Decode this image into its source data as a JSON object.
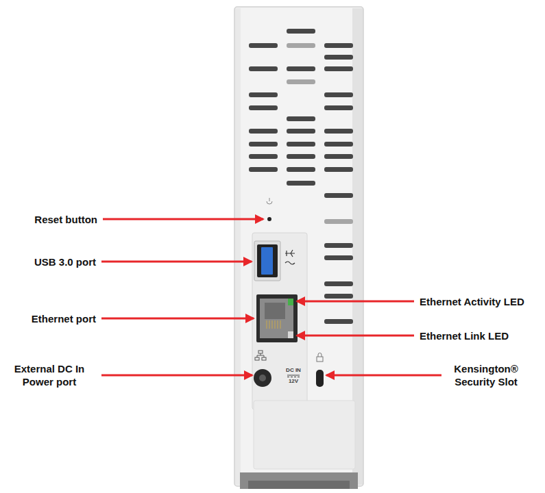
{
  "diagram": {
    "labels": [
      "Reset button",
      "USB 3.0 port",
      "Ethernet port",
      "Ethernet Activity LED",
      "Ethernet Link LED",
      "External DC In Power port",
      "DC IN",
      "12V",
      "Kensington® Security Slot"
    ]
  }
}
